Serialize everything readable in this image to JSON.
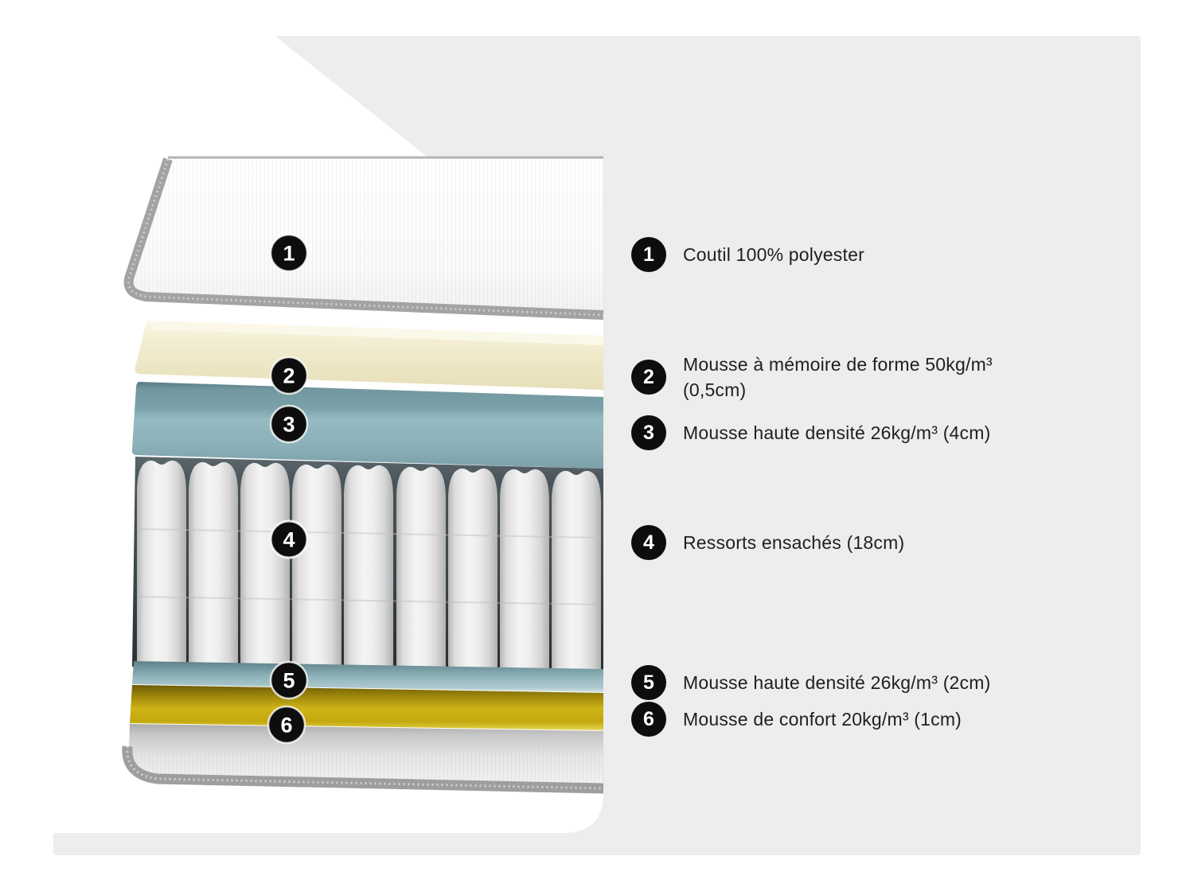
{
  "page": {
    "background_color": "#ffffff",
    "panel_color": "#EDEDEE"
  },
  "diagram": {
    "title_semantic": "mattress-layers-cutaway",
    "markers": [
      "1",
      "2",
      "3",
      "4",
      "5",
      "6"
    ],
    "layers": [
      {
        "marker": "1",
        "name": "cover-top",
        "color": "#fbfbfb"
      },
      {
        "marker": "2",
        "name": "memory-foam",
        "color": "#efe9c9"
      },
      {
        "marker": "3",
        "name": "high-density-foam-top",
        "color": "#8fb5bd"
      },
      {
        "marker": "4",
        "name": "pocket-springs",
        "color": "#e9e9e9",
        "springs_visible": 9
      },
      {
        "marker": "5",
        "name": "high-density-foam-bottom",
        "color": "#8fb4bb"
      },
      {
        "marker": "6",
        "name": "comfort-foam",
        "color": "#cfb416"
      },
      {
        "marker": "",
        "name": "cover-bottom",
        "color": "#e5e5e5"
      }
    ]
  },
  "legend": {
    "items": [
      {
        "number": "1",
        "label": "Coutil 100% polyester"
      },
      {
        "number": "2",
        "line1": "Mousse à mémoire de forme 50kg/m³",
        "line2": "(0,5cm)"
      },
      {
        "number": "3",
        "label": "Mousse haute densité 26kg/m³ (4cm)"
      },
      {
        "number": "4",
        "label": "Ressorts ensachés (18cm)"
      },
      {
        "number": "5",
        "label": "Mousse haute densité 26kg/m³ (2cm)"
      },
      {
        "number": "6",
        "label": "Mousse de confort 20kg/m³ (1cm)"
      }
    ]
  }
}
